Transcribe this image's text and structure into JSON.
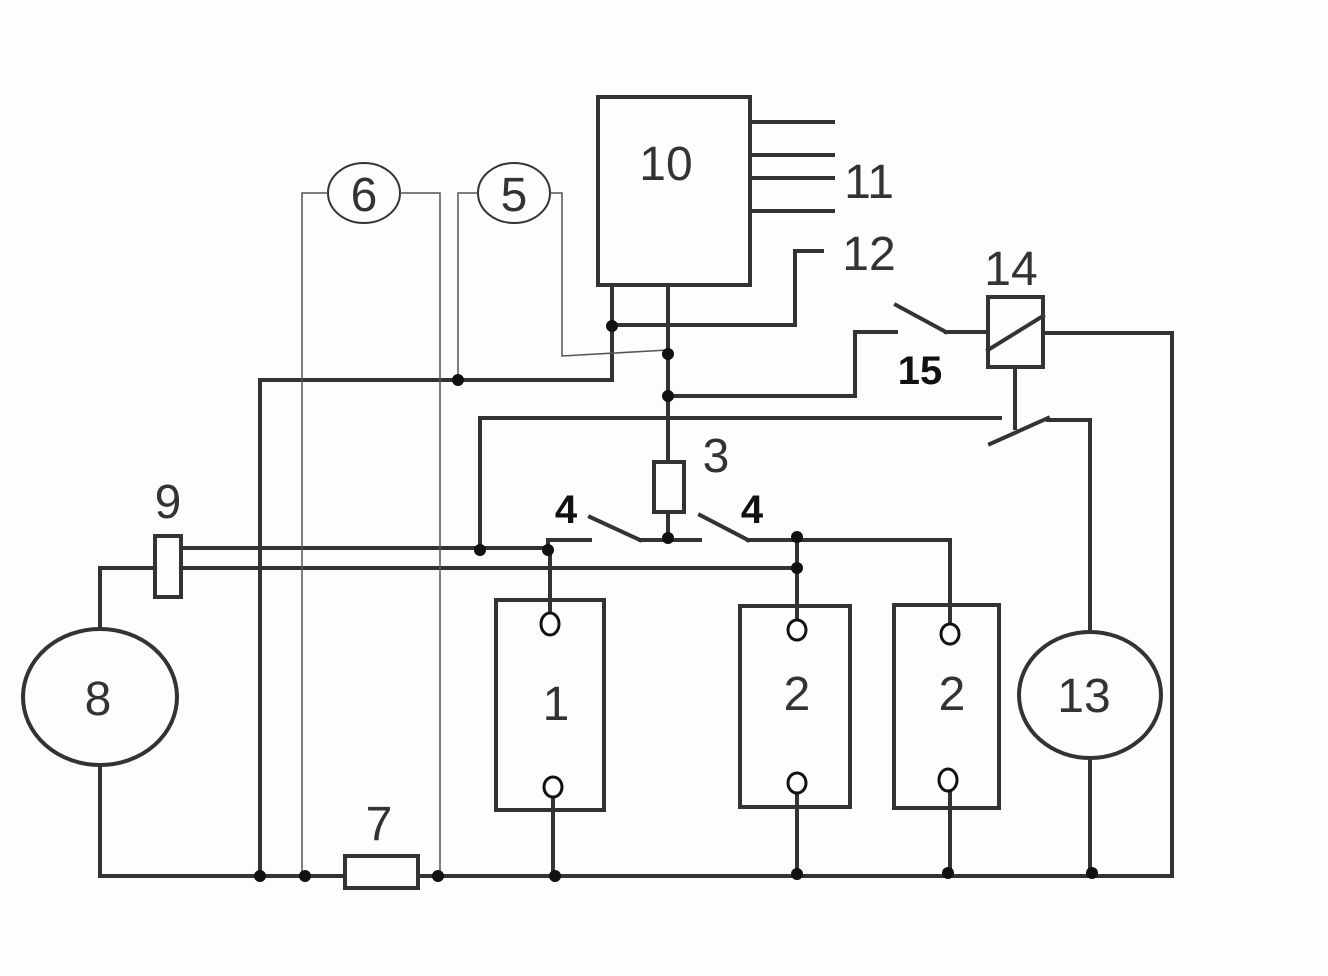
{
  "labels": {
    "battery_1": "1",
    "battery_2a": "2",
    "battery_2b": "2",
    "fuse_3": "3",
    "switch_4_left": "4",
    "switch_4_right": "4",
    "meter_5": "5",
    "meter_6": "6",
    "shunt_7": "7",
    "generator_8": "8",
    "component_9": "9",
    "controller_10": "10",
    "outputs_11": "11",
    "output_12": "12",
    "motor_13": "13",
    "relay_14": "14",
    "switch_15": "15"
  },
  "colors": {
    "line": "#333333",
    "node": "#111111",
    "background": "#fdfdfd"
  }
}
